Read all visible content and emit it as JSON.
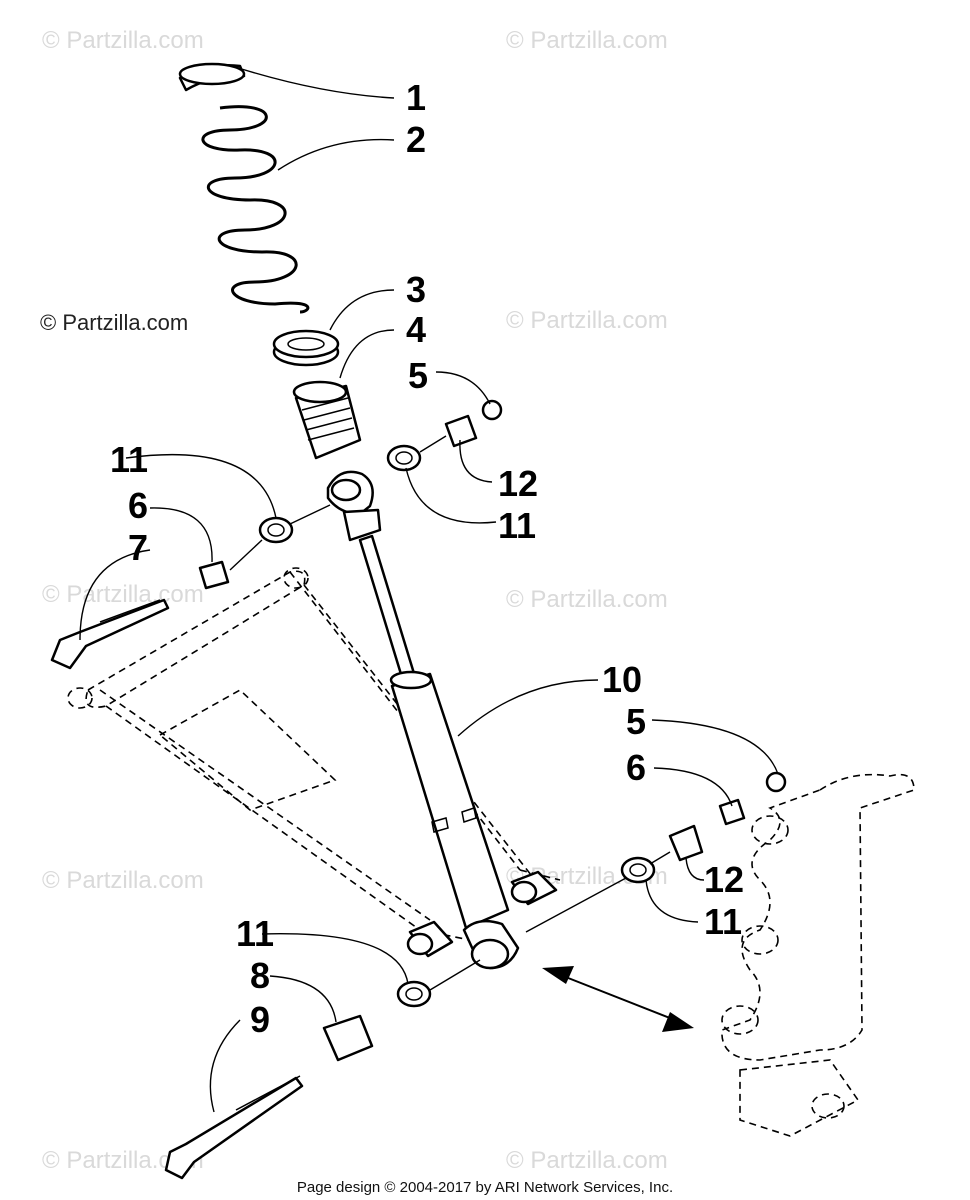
{
  "watermark": "© Partzilla.com",
  "watermark_main": "© Partzilla.com",
  "footer": "Page design © 2004-2017 by ARI Network Services, Inc.",
  "callouts": {
    "c1": "1",
    "c2": "2",
    "c3": "3",
    "c4": "4",
    "c5a": "5",
    "c11a": "11",
    "c12a": "12",
    "c11b": "11",
    "c6a": "6",
    "c7": "7",
    "c10": "10",
    "c5b": "5",
    "c6b": "6",
    "c12b": "12",
    "c11c": "11",
    "c11d": "11",
    "c8": "8",
    "c9": "9"
  }
}
